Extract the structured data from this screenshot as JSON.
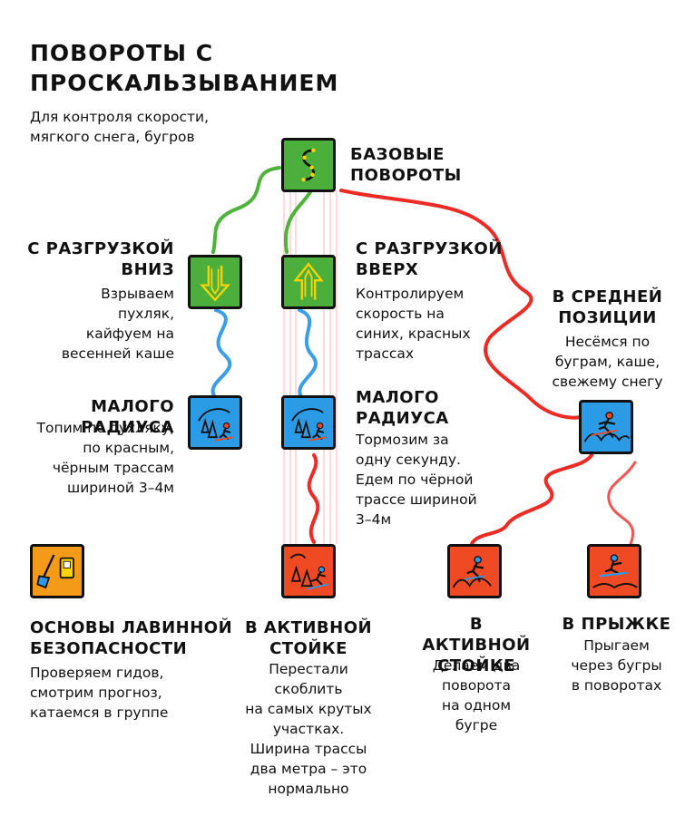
{
  "title": {
    "line1": "Повороты с",
    "line2": "проскальзыванием",
    "sub1": "Для контроля скорости,",
    "sub2": "мягкого снега, бугров"
  },
  "colors": {
    "green": "#4caf3c",
    "blue": "#2c9be6",
    "red": "#ef4a23",
    "orange": "#f39a18",
    "link_green": "#4db33a",
    "link_blue": "#3a9ee8",
    "link_red": "#ee2a24"
  },
  "nodes": {
    "base": {
      "title1": "Базовые",
      "title2": "повороты",
      "icon": "s-curve-icon"
    },
    "unload_down": {
      "title1": "С разгрузкой",
      "title2": "вниз",
      "desc": [
        "Взрываем",
        "пухляк,",
        "кайфуем на",
        "весенней каше"
      ],
      "icon": "arrow-down-icon"
    },
    "unload_up": {
      "title1": "С разгрузкой",
      "title2": "вверх",
      "desc": [
        "Контролируем",
        "скорость на",
        "синих, красных",
        "трассах"
      ],
      "icon": "arrow-up-icon"
    },
    "short_left": {
      "title": "Малого радиуса",
      "desc": [
        "Топим по пухляку,",
        "по красным,",
        "чёрным трассам",
        "шириной 3–4м"
      ],
      "icon": "skier-trees-icon"
    },
    "short_mid": {
      "title1": "Малого",
      "title2": "радиуса",
      "desc": [
        "Тормозим за",
        "одну секунду.",
        "Едем по чёрной",
        "трассе шириной",
        "3–4м"
      ],
      "icon": "skier-trees-icon"
    },
    "middle": {
      "title1": "В средней",
      "title2": "позиции",
      "desc": [
        "Несёмся по",
        "буграм, каше,",
        "свежему снегу"
      ],
      "icon": "skier-bumps-icon"
    },
    "avalanche": {
      "title1": "Основы лавинной",
      "title2": "безопасности",
      "desc": [
        "Проверяем гидов,",
        "смотрим прогноз,",
        "катаемся в группе"
      ],
      "icon": "shovel-beacon-icon"
    },
    "active1": {
      "title1": "В активной",
      "title2": "стойке",
      "desc": [
        "Перестали",
        "скоблить",
        "на самых крутых",
        "участках.",
        "Ширина трассы",
        "два метра – это",
        "нормально"
      ],
      "icon": "skier-steep-icon"
    },
    "active2": {
      "title1": "В активной",
      "title2": "стойке",
      "desc": [
        "Делаем два",
        "поворота",
        "на одном",
        "бугре"
      ],
      "icon": "skier-mogul-icon"
    },
    "jump": {
      "title": "В прыжке",
      "desc": [
        "Прыгаем",
        "через бугры",
        "в поворотах"
      ],
      "icon": "skier-jump-icon"
    }
  }
}
